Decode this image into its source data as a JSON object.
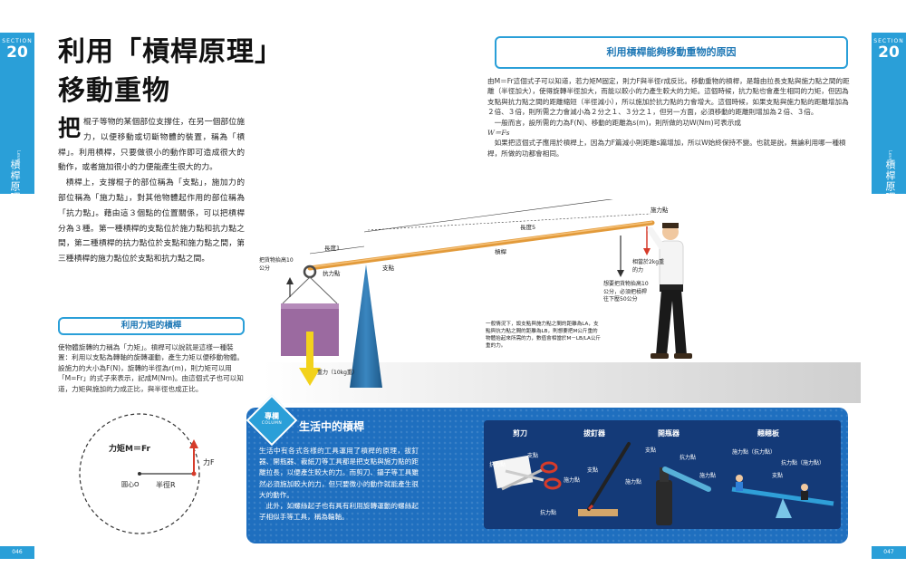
{
  "section": {
    "label": "SECTION",
    "number": "20",
    "sublabel": "Lever"
  },
  "chapter_label": "槓桿原理",
  "title_line1": "利用「槓桿原理」",
  "title_line2": "移動重物",
  "intro": {
    "dropcap": "把",
    "p1": "棍子等物的某個部位支撐住，在另一個部位施力，以便移動或切斷物體的裝置，稱為「槓桿」。利用槓桿，只要做很小的動作即可造成很大的動作，或者施加很小的力便能產生很大的力。",
    "p2": "槓桿上，支撐棍子的部位稱為「支點」，施加力的部位稱為「施力點」，對其他物體起作用的部位稱為「抗力點」。藉由這３個點的位置關係，可以把槓桿分為３種。第一種槓桿的支點位於施力點和抗力點之間，第二種槓桿的抗力點位於支點和施力點之間，第三種槓桿的施力點位於支點和抗力點之間。"
  },
  "moment_section": {
    "title": "利用力矩的槓桿",
    "text": "使物體旋轉的力稱為「力矩」。槓桿可以說就是這樣一種裝置：利用以支點為轉軸的旋轉運動，產生力矩以便移動物體。　設施力的大小為F(N)，旋轉的半徑為r(m)，則力矩可以用「M=Fr」的式子來表示，記成M(Nm)。由這個式子也可以知道，力矩與施加的力成正比，與半徑也成正比。",
    "diagram": {
      "torque": "力矩M＝Fr",
      "force": "力F",
      "center": "圓心O",
      "radius": "半徑R"
    }
  },
  "reason_section": {
    "title": "利用槓桿能夠移動重物的原因",
    "p1": "由M＝Fr這個式子可以知道，若力矩M固定，則力F與半徑r成反比。移動重物的槓桿，是藉由拉長支點與施力點之間的距離（半徑加大），使得旋轉半徑加大，而能以較小的力產生較大的力矩。這個時候，抗力點也會產生相同的力矩，但因為支點與抗力點之間的距離縮短（半徑減小），所以施加於抗力點的力會增大。這個時候，如果支點與施力點的距離增加為２倍、３倍，則所需之力會減小為２分之１、３分之１，但另一方面，必須移動的距離則增加為２倍、３倍。",
    "p2": "一般而言，設所需的力為F(N)、移動的距離為s(m)，則所做的功W(Nm)可表示成",
    "formula": "W＝Fs",
    "p3": "如果把這個式子應用於槓桿上，因為力F篇減小則距離s篇增加，所以W始終保持不變。也就是說，無論利用哪一種槓桿，所做的功都會相同。"
  },
  "lever_diagram": {
    "effort_point": "施力點",
    "length5": "長度5",
    "length1": "長度1",
    "lever": "槓桿",
    "lift": "把貨物抬高10公分",
    "fulcrum": "支點",
    "load_point": "抗力點",
    "equiv_force": "相當於2kg重的力",
    "push_note": "想要把貨物抬高10公分，必須把槓桿往下壓50公分",
    "weight": "重力（10kg重）",
    "general_note": "一般情況下，設支點與施力點之間的距離為LA，支點與抗力點之間的距離為LB，則想要把M公斤重的物體抬起來所需的力，數值會相當於M－LB/LA公斤重的力。"
  },
  "column": {
    "badge_top": "專欄",
    "badge_bottom": "COLUMN",
    "title": "生活中的槓桿",
    "text1": "生活中有各式各樣的工具運用了槓桿的原理，拔釘器、開瓶器、裁紙刀等工具都是把支點與施力點的距離拉長，以便產生較大的力。而剪刀、鑷子等工具雖然必須施加較大的力，但只要微小的動作就能產生很大的動作。",
    "text2": "此外，如螺絲起子也有具有利用旋轉運動的螺絲起子相似手等工具，稱為輪軸。"
  },
  "tools": [
    {
      "name": "剪刀"
    },
    {
      "name": "拔釘器"
    },
    {
      "name": "開瓶器"
    },
    {
      "name": "翹翹板"
    }
  ],
  "tool_labels": {
    "fulcrum": "支點",
    "load": "抗力點",
    "effort": "施力點",
    "effort_kid": "施力點（抗力點）",
    "effort_kid2": "抗力點（施力點）"
  },
  "page_left": "046",
  "page_right": "047",
  "colors": {
    "accent": "#2a9fd8",
    "dark_accent": "#1d77b5",
    "column_bg": "#1f6fbf",
    "load": "#9b6aa0",
    "weight_arrow": "#f2d21b"
  }
}
